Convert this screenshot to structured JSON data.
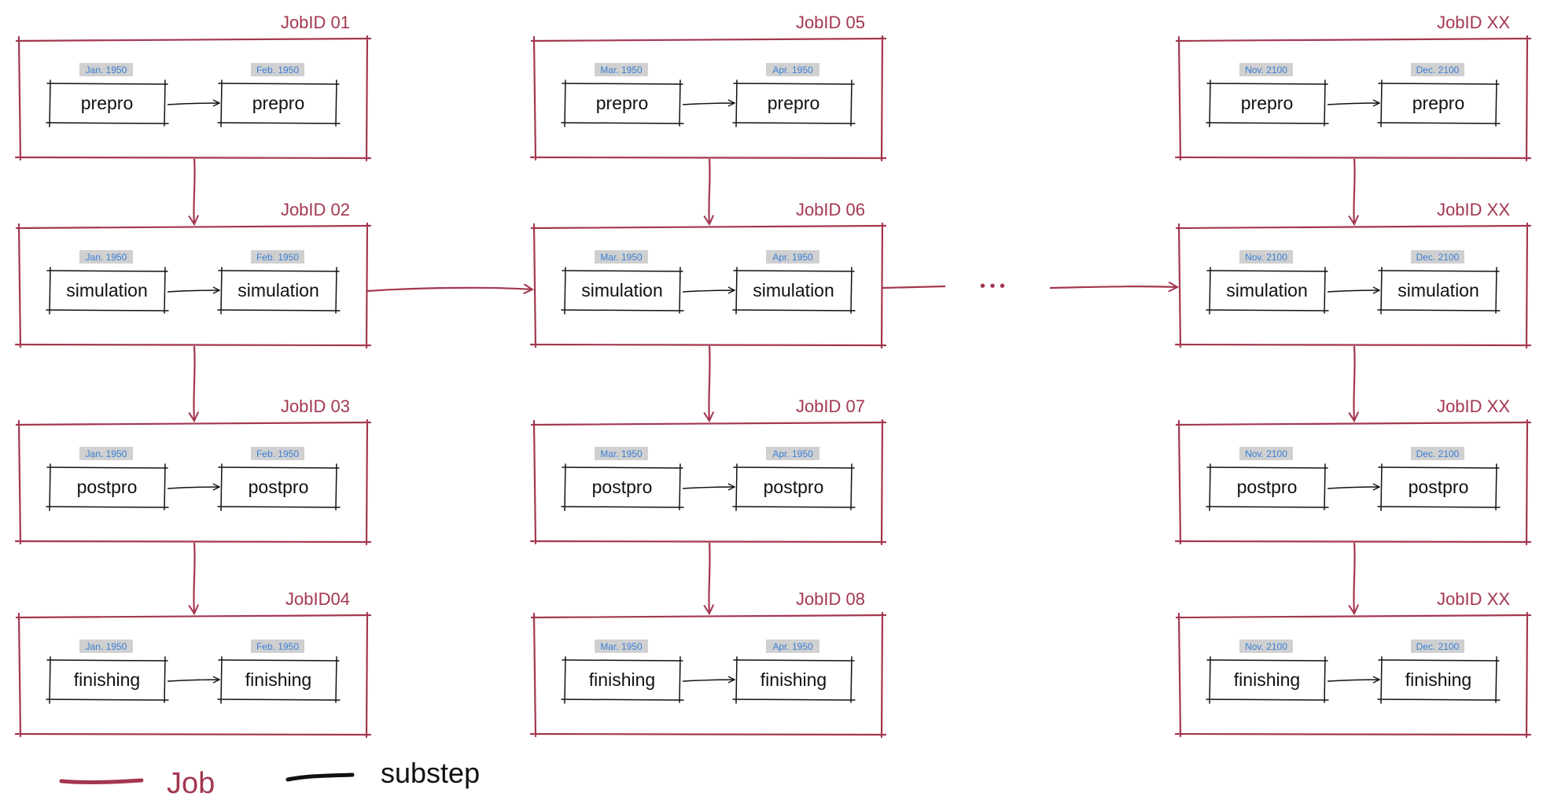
{
  "colors": {
    "job": "#a3374f",
    "substep": "#111111",
    "date_text": "#3a7fd6",
    "date_bg": "#d0d0d0"
  },
  "ellipsis": "•  •  •",
  "legend": {
    "job": "Job",
    "substep": "substep"
  },
  "columns": [
    {
      "jobs": [
        {
          "id": "JobID 01",
          "step": "prepro",
          "dates": [
            "Jan. 1950",
            "Feb. 1950"
          ]
        },
        {
          "id": "JobID 02",
          "step": "simulation",
          "dates": [
            "Jan. 1950",
            "Feb. 1950"
          ]
        },
        {
          "id": "JobID 03",
          "step": "postpro",
          "dates": [
            "Jan. 1950",
            "Feb. 1950"
          ]
        },
        {
          "id": "JobID04",
          "step": "finishing",
          "dates": [
            "Jan. 1950",
            "Feb. 1950"
          ]
        }
      ]
    },
    {
      "jobs": [
        {
          "id": "JobID 05",
          "step": "prepro",
          "dates": [
            "Mar. 1950",
            "Apr. 1950"
          ]
        },
        {
          "id": "JobID 06",
          "step": "simulation",
          "dates": [
            "Mar. 1950",
            "Apr. 1950"
          ]
        },
        {
          "id": "JobID 07",
          "step": "postpro",
          "dates": [
            "Mar. 1950",
            "Apr. 1950"
          ]
        },
        {
          "id": "JobID 08",
          "step": "finishing",
          "dates": [
            "Mar. 1950",
            "Apr. 1950"
          ]
        }
      ]
    },
    {
      "jobs": [
        {
          "id": "JobID XX",
          "step": "prepro",
          "dates": [
            "Nov. 2100",
            "Dec. 2100"
          ]
        },
        {
          "id": "JobID XX",
          "step": "simulation",
          "dates": [
            "Nov. 2100",
            "Dec. 2100"
          ]
        },
        {
          "id": "JobID XX",
          "step": "postpro",
          "dates": [
            "Nov. 2100",
            "Dec. 2100"
          ]
        },
        {
          "id": "JobID XX",
          "step": "finishing",
          "dates": [
            "Nov. 2100",
            "Dec. 2100"
          ]
        }
      ]
    }
  ]
}
